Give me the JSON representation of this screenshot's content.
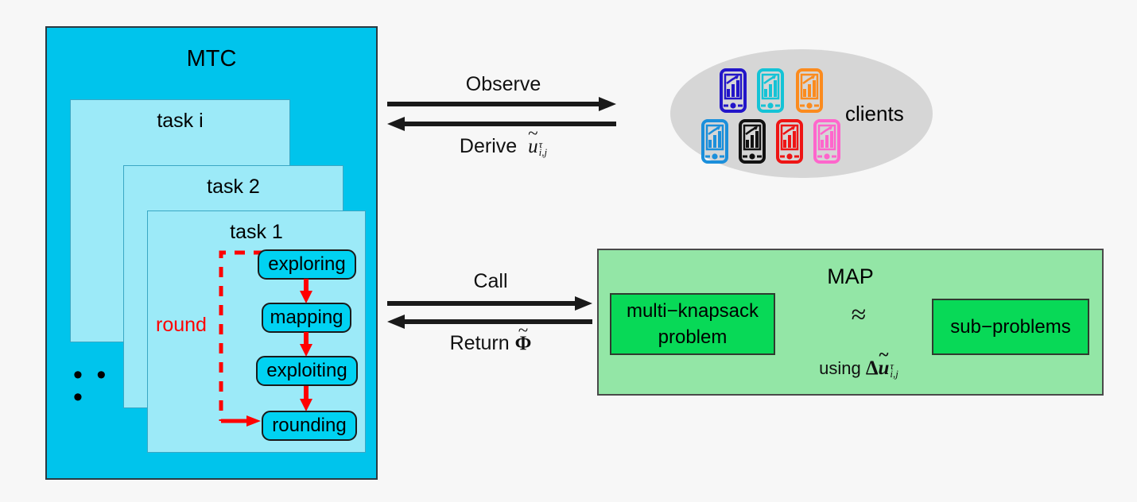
{
  "diagram": {
    "title": "MTC - MAP system architecture",
    "background_color": "#f7f7f7"
  },
  "mtc": {
    "title": "MTC",
    "box_color": "#00c4ec",
    "task_color": "#9ceaf8",
    "ellipsis": "• • •",
    "tasks": [
      {
        "label": "task i"
      },
      {
        "label": "task 2"
      },
      {
        "label": "task 1"
      }
    ],
    "flow": {
      "loop_label": "round",
      "loop_color": "#ff0000",
      "node_color": "#00d2f2",
      "nodes": [
        {
          "label": "exploring"
        },
        {
          "label": "mapping"
        },
        {
          "label": "exploiting"
        },
        {
          "label": "rounding"
        }
      ]
    }
  },
  "connections": {
    "top": {
      "forward_label": "Observe",
      "return_label": "Derive",
      "return_math": {
        "base": "u",
        "accent": "~",
        "superscript": "τ",
        "subscript": "i,j"
      }
    },
    "middle": {
      "forward_label": "Call",
      "return_label": "Return",
      "return_math": {
        "base": "Φ",
        "accent": "~"
      }
    }
  },
  "clients": {
    "label": "clients",
    "ellipse_color": "#d6d6d6",
    "devices": [
      {
        "name": "phone-icon-blue",
        "color": "#2215c9"
      },
      {
        "name": "phone-icon-cyan",
        "color": "#14c3d6"
      },
      {
        "name": "phone-icon-orange",
        "color": "#fb8b1e"
      },
      {
        "name": "phone-icon-azure",
        "color": "#1b8fdb"
      },
      {
        "name": "phone-icon-black",
        "color": "#111111"
      },
      {
        "name": "phone-icon-red",
        "color": "#ee1414"
      },
      {
        "name": "phone-icon-pink",
        "color": "#ff66cc"
      }
    ]
  },
  "map": {
    "title": "MAP",
    "box_color": "#93e6a6",
    "inner_box_color": "#08d957",
    "knapsack_line1": "multi−knapsack",
    "knapsack_line2": "problem",
    "approx_symbol": "≈",
    "subproblems_label": "sub−problems",
    "using_label": "using",
    "using_math": {
      "delta": "Δ",
      "base": "u",
      "accent": "~",
      "superscript": "τ",
      "subscript": "i,j"
    }
  }
}
